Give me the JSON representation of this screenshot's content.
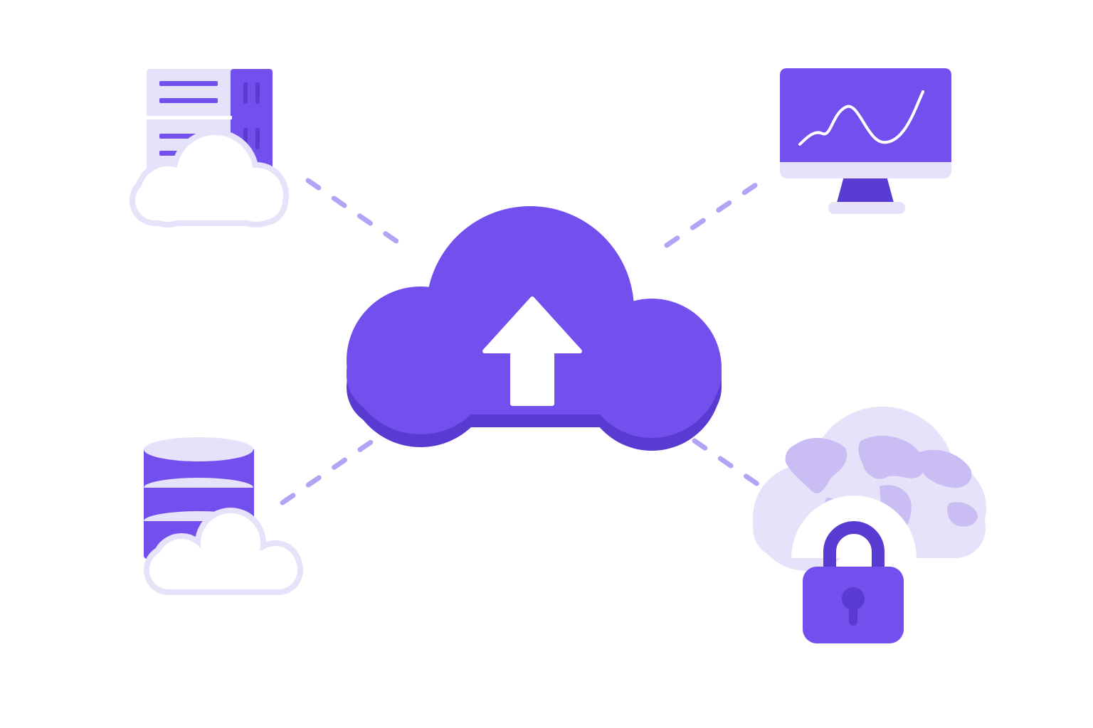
{
  "palette": {
    "background": "#ffffff",
    "primary": "#7350EE",
    "primary_dark": "#5A3BD1",
    "light": "#E6E2FA",
    "light_mid": "#C9BDF4",
    "connector": "#B3A3F4",
    "white": "#ffffff"
  },
  "diagram": {
    "center": {
      "icon": "cloud-upload-icon"
    },
    "nodes": [
      {
        "id": "server-cloud",
        "icon": "server-cloud-icon"
      },
      {
        "id": "monitor-analytics",
        "icon": "monitor-chart-icon"
      },
      {
        "id": "database-cloud",
        "icon": "database-cloud-icon"
      },
      {
        "id": "secure-global-cloud",
        "icon": "globe-cloud-lock-icon"
      }
    ],
    "connector_style": "dashed"
  }
}
